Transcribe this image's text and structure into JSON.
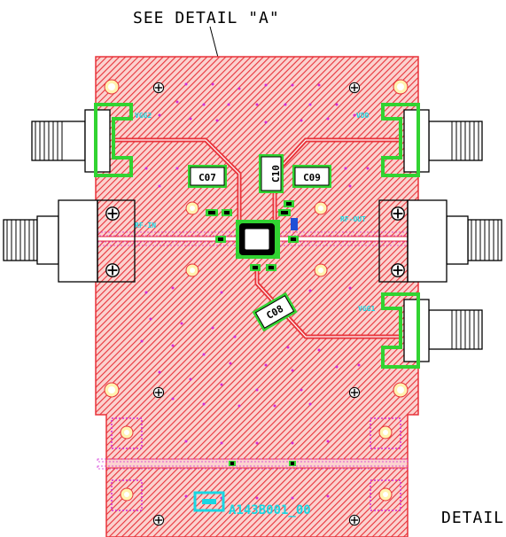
{
  "header": {
    "title": "SEE DETAIL \"A\""
  },
  "footer": {
    "detail_label": "DETAIL"
  },
  "board": {
    "part_number": "A143B001_00",
    "ports": {
      "rf_in": "RF-IN",
      "rf_out": "RF-OUT"
    },
    "bias_labels": {
      "vgg2": "VGG2",
      "vdd": "VDD",
      "vgg1": "VGG1"
    },
    "capacitors": [
      "C07",
      "C10",
      "C09",
      "C08"
    ]
  },
  "colors": {
    "board_hatch": "#e8333a",
    "board_fill": "#fbd2cf",
    "pad_green": "#31d331",
    "via_magenta": "#d12bd6",
    "silk_cyan": "#19d7e3",
    "ink": "#000000"
  }
}
